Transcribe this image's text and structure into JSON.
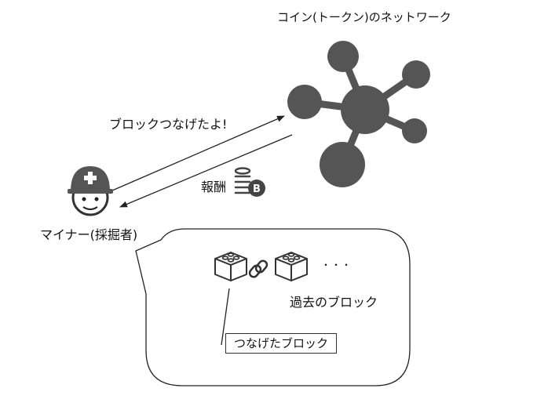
{
  "network_title": "コイン(トークン)のネットワーク",
  "message_label": "ブロックつなげたよ!",
  "reward_label": "報酬",
  "miner_label": "マイナー(採掘者)",
  "ellipsis": "・・・",
  "past_blocks_label": "過去のブロック",
  "connected_block_label": "つなげたブロック",
  "icons": {
    "network": "network-hub-icon",
    "miner": "miner-helmet-icon",
    "reward": "coin-stack-bitcoin-icon",
    "block": "block-cube-icon",
    "chain": "chain-link-icon"
  },
  "colors": {
    "node": "#555555",
    "line": "#222222",
    "outline": "#333333"
  }
}
